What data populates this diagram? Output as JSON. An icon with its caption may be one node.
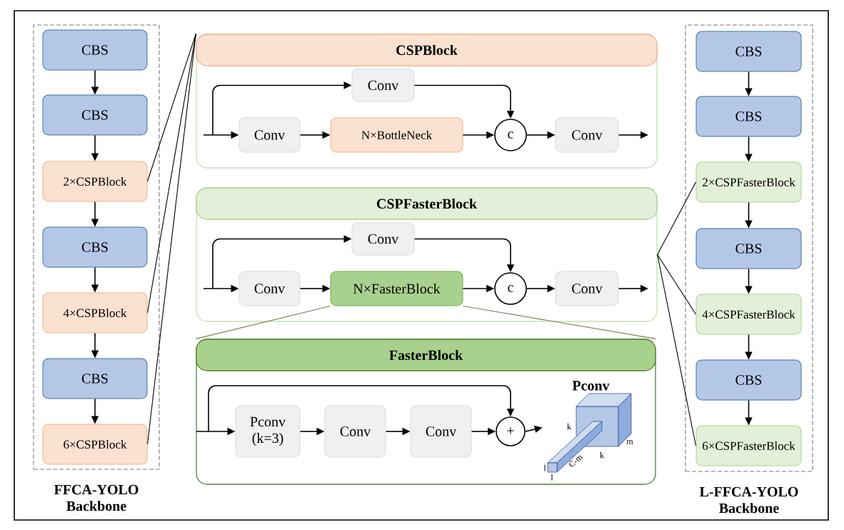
{
  "diagram": {
    "nodes": [
      {
        "text": [
          "FFCA-YOLO Backbone"
        ]
      },
      {
        "text": [
          "CBS"
        ],
        "in": 0
      },
      {
        "text": [
          "CBS"
        ],
        "in": 0
      },
      {
        "text": [
          "2×CSPBlock"
        ],
        "in": 0
      },
      {
        "text": [
          "CBS"
        ],
        "in": 0
      },
      {
        "text": [
          "4×CSPBlock"
        ],
        "in": 0
      },
      {
        "text": [
          "CBS"
        ],
        "in": 0
      },
      {
        "text": [
          "6×CSPBlock"
        ],
        "in": 0
      },
      {
        "text": [
          "CSPBlock"
        ]
      },
      {
        "text": [
          "Conv"
        ],
        "in": 8
      },
      {
        "text": [
          "Conv"
        ],
        "in": 8
      },
      {
        "text": [
          "N×BottleNeck"
        ],
        "in": 8
      },
      {
        "text": [
          "c"
        ],
        "in": 8
      },
      {
        "text": [
          "Conv"
        ],
        "in": 8
      },
      {
        "text": [
          "CSPFasterBlock"
        ]
      },
      {
        "text": [
          "Conv"
        ],
        "in": 14
      },
      {
        "text": [
          "Conv"
        ],
        "in": 14
      },
      {
        "text": [
          "N×FasterBlock"
        ],
        "in": 14
      },
      {
        "text": [
          "c"
        ],
        "in": 14
      },
      {
        "text": [
          "Conv"
        ],
        "in": 14
      },
      {
        "text": [
          "FasterBlock"
        ]
      },
      {
        "text": [
          "Pconv (k=3)"
        ],
        "in": 20
      },
      {
        "text": [
          "Conv"
        ],
        "in": 20
      },
      {
        "text": [
          "Conv"
        ],
        "in": 20
      },
      {
        "text": [
          "+"
        ],
        "in": 20
      },
      {
        "text": [
          "Pconv"
        ],
        "in": 20
      },
      {
        "text": [
          "L-FFCA-YOLO Backbone"
        ]
      },
      {
        "text": [
          "CBS"
        ],
        "in": 26
      },
      {
        "text": [
          "CBS"
        ],
        "in": 26
      },
      {
        "text": [
          "2×CSPFasterBlock"
        ],
        "in": 26
      },
      {
        "text": [
          "CBS"
        ],
        "in": 26
      },
      {
        "text": [
          "4×CSPFasterBlock"
        ],
        "in": 26
      },
      {
        "text": [
          "CBS"
        ],
        "in": 26
      },
      {
        "text": [
          "6×CSPFasterBlock"
        ],
        "in": 26
      }
    ],
    "edges": [
      {
        "from": 1,
        "to": 2,
        "arrow": "to"
      },
      {
        "from": 2,
        "to": 3,
        "arrow": "to"
      },
      {
        "from": 3,
        "to": 4,
        "arrow": "to"
      },
      {
        "from": 4,
        "to": 5,
        "arrow": "to"
      },
      {
        "from": 5,
        "to": 6,
        "arrow": "to"
      },
      {
        "from": 6,
        "to": 7,
        "arrow": "to"
      },
      {
        "from": 3,
        "to": 8,
        "arrow": "none"
      },
      {
        "from": 5,
        "to": 8,
        "arrow": "none"
      },
      {
        "from": 7,
        "to": 8,
        "arrow": "none"
      },
      {
        "from": null,
        "to": 10,
        "arrow": "to"
      },
      {
        "from": null,
        "to": 9,
        "arrow": "to"
      },
      {
        "from": 9,
        "to": 12,
        "arrow": "to"
      },
      {
        "from": 10,
        "to": 11,
        "arrow": "to"
      },
      {
        "from": 11,
        "to": 12,
        "arrow": "to"
      },
      {
        "from": 12,
        "to": 13,
        "arrow": "to"
      },
      {
        "from": 13,
        "to": null,
        "arrow": "to"
      },
      {
        "from": null,
        "to": 16,
        "arrow": "to"
      },
      {
        "from": null,
        "to": 15,
        "arrow": "to"
      },
      {
        "from": 15,
        "to": 18,
        "arrow": "to"
      },
      {
        "from": 16,
        "to": 17,
        "arrow": "to"
      },
      {
        "from": 17,
        "to": 18,
        "arrow": "to"
      },
      {
        "from": 18,
        "to": 19,
        "arrow": "to"
      },
      {
        "from": 19,
        "to": null,
        "arrow": "to"
      },
      {
        "from": 17,
        "to": 20,
        "arrow": "none",
        "color": "#7f7f4f"
      },
      {
        "from": 17,
        "to": 20,
        "arrow": "none",
        "color": "#7f7f4f"
      },
      {
        "from": null,
        "to": 21,
        "arrow": "to"
      },
      {
        "from": null,
        "to": 24,
        "arrow": "to"
      },
      {
        "from": 21,
        "to": 22,
        "arrow": "to"
      },
      {
        "from": 22,
        "to": 23,
        "arrow": "to"
      },
      {
        "from": 23,
        "to": 24,
        "arrow": "to"
      },
      {
        "from": 24,
        "to": 25,
        "arrow": "to"
      },
      {
        "from": 27,
        "to": 28,
        "arrow": "to"
      },
      {
        "from": 28,
        "to": 29,
        "arrow": "to"
      },
      {
        "from": 29,
        "to": 30,
        "arrow": "to"
      },
      {
        "from": 30,
        "to": 31,
        "arrow": "to"
      },
      {
        "from": 31,
        "to": 32,
        "arrow": "to"
      },
      {
        "from": 32,
        "to": 33,
        "arrow": "to"
      },
      {
        "from": 14,
        "to": 29,
        "arrow": "none"
      },
      {
        "from": 14,
        "to": 31,
        "arrow": "none"
      },
      {
        "from": 14,
        "to": 33,
        "arrow": "none"
      }
    ],
    "labels": [
      "k",
      "m",
      "k",
      "C-m",
      "l",
      "l"
    ]
  }
}
